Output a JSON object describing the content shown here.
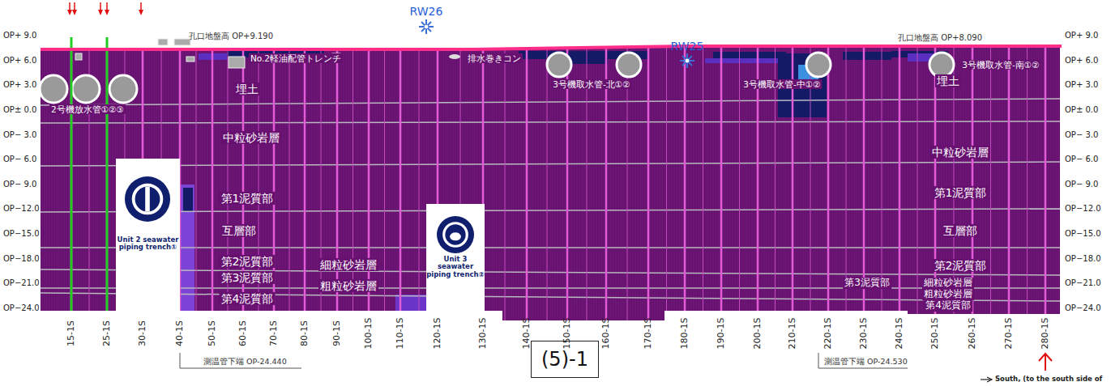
{
  "diagram": {
    "nodes": [
      {
        "text": [
          "Unit 2 seawater piping trench①"
        ]
      },
      {
        "text": [
          "Unit 3 seawater piping trench②"
        ]
      },
      {
        "text": [
          "(5)-1"
        ]
      }
    ],
    "labels": [
      "OP+ 9.0",
      "OP+ 6.0",
      "OP+ 3.0",
      "OP± 0.0",
      "OP− 3.0",
      "OP− 6.0",
      "OP− 9.0",
      "OP−12.0",
      "OP−15.0",
      "OP−18.0",
      "OP−21.0",
      "OP−24.0",
      "OP+ 9.0",
      "OP+ 6.0",
      "OP+ 3.0",
      "OP± 0.0",
      "OP− 3.0",
      "OP− 6.0",
      "OP− 9.0",
      "OP−12.0",
      "OP−15.0",
      "OP−18.0",
      "OP−21.0",
      "OP−24.0",
      "15-1S",
      "25-1S",
      "30-1S",
      "40-1S",
      "50-1S",
      "60-1S",
      "70-1S",
      "80-1S",
      "90-1S",
      "100-1S",
      "110-1S",
      "120-1S",
      "130-1S",
      "140-1S",
      "150-1S",
      "160-1S",
      "170-1S",
      "180-1S",
      "190-1S",
      "200-1S",
      "210-1S",
      "220-1S",
      "230-1S",
      "240-1S",
      "250-1S",
      "260-1S",
      "270-1S",
      "280-1S",
      "孔口地盤高 OP+9.190",
      "孔口地盤高 OP+8.090",
      "RW26",
      "RW25",
      "No.2軽油配管トレンチ",
      "排水巻きコン",
      "3号機取水管-北①②",
      "3号機取水管-中①②",
      "3号機取水管-南①②",
      "2号機放水管①②③",
      "埋土",
      "中粒砂岩層",
      "第1泥質部",
      "互層部",
      "第2泥質部",
      "細粒砂岩層",
      "第3泥質部",
      "粗粒砂岩層",
      "第4泥質部",
      "埋土",
      "中粒砂岩層",
      "第1泥質部",
      "互層部",
      "第2泥質部",
      "第3泥質部",
      "細粒砂岩層",
      "粗粒砂岩層",
      "第4泥質部",
      "測温管下端 OP-24.440",
      "測温管下端 OP-24.530",
      "South, (to the south side of"
    ]
  }
}
